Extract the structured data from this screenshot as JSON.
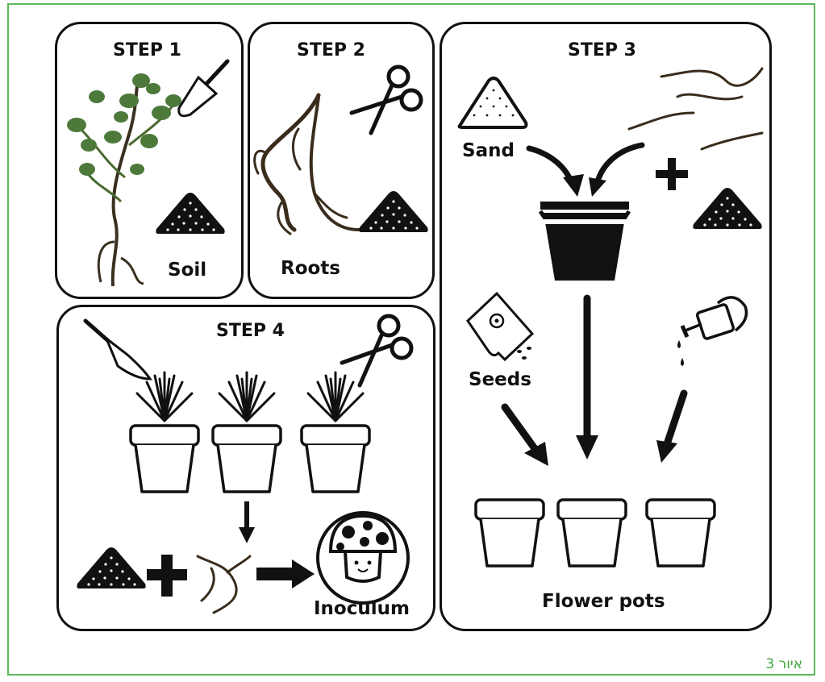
{
  "steps": {
    "step1": {
      "title": "STEP 1",
      "label": "Soil"
    },
    "step2": {
      "title": "STEP 2",
      "label": "Roots"
    },
    "step3": {
      "title": "STEP 3",
      "sand_label": "Sand",
      "seeds_label": "Seeds",
      "pots_label": "Flower pots"
    },
    "step4": {
      "title": "STEP 4",
      "result_label": "Inoculum"
    }
  },
  "figure_caption": "איור 3",
  "colors": {
    "frame": "#5cb85c",
    "ink": "#111111",
    "caption": "#3aa83a"
  },
  "icons": [
    "trowel-icon",
    "soil-pile-icon",
    "scissors-icon",
    "sand-pile-icon",
    "bucket-icon",
    "seed-packet-icon",
    "watering-can-icon",
    "flower-pot-icon",
    "plant-pot-icon",
    "mushroom-icon",
    "plus-icon",
    "arrow-icon",
    "plant-photo",
    "roots-photo"
  ]
}
